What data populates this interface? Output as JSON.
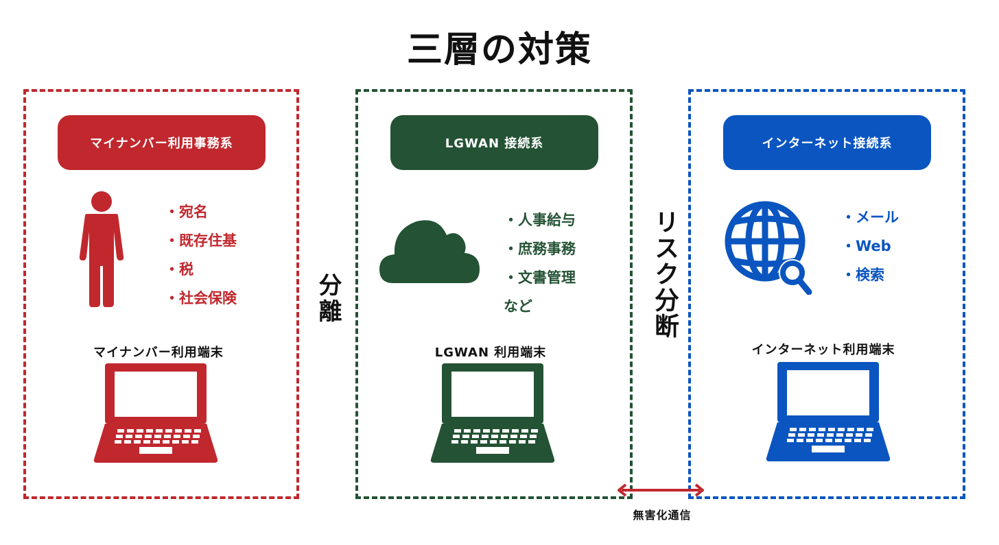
{
  "title": "三層の対策",
  "colors": {
    "red": "#c0282e",
    "green": "#245234",
    "blue": "#0a55c0"
  },
  "zones": [
    {
      "id": "mynumber",
      "header": "マイナンバー利用事務系",
      "icon": "person-icon",
      "items": [
        "・宛名",
        "・既存住基",
        "・税",
        "・社会保険"
      ],
      "device_label": "マイナンバー利用端末",
      "device_icon": "laptop-icon"
    },
    {
      "id": "lgwan",
      "header": "LGWAN 接続系",
      "icon": "cloud-icon",
      "items": [
        "・人事給与",
        "・庶務事務",
        "・文書管理",
        "など"
      ],
      "device_label": "LGWAN 利用端末",
      "device_icon": "laptop-icon"
    },
    {
      "id": "internet",
      "header": "インターネット接続系",
      "icon": "globe-search-icon",
      "items": [
        "・メール",
        "・Web",
        "・検索"
      ],
      "device_label": "インターネット利用端末",
      "device_icon": "laptop-icon"
    }
  ],
  "separators": {
    "isolation": "分離",
    "risk_split": "リスク分断"
  },
  "connection": {
    "label": "無害化通信",
    "icon": "double-arrow-icon"
  }
}
